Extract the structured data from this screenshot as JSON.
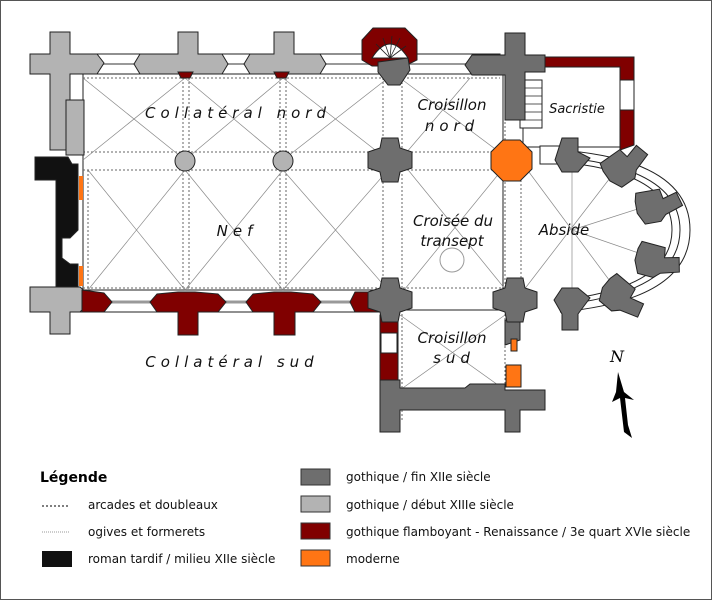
{
  "plan": {
    "labels": {
      "collateral_nord": "Collatéral nord",
      "nef": "Nef",
      "collateral_sud": "Collatéral sud",
      "croisillon_nord_1": "Croisillon",
      "croisillon_nord_2": "nord",
      "croisee_1": "Croisée du",
      "croisee_2": "transept",
      "croisillon_sud_1": "Croisillon",
      "croisillon_sud_2": "sud",
      "abside": "Abside",
      "sacristie": "Sacristie"
    },
    "north_arrow": {
      "icon": "north-arrow-icon",
      "label": "N"
    }
  },
  "colors": {
    "gothique_fin_XII": "#6e6e6e",
    "gothique_debut_XIII": "#b3b3b3",
    "flamboyant": "#800000",
    "moderne": "#ff7514",
    "roman": "#111111"
  },
  "legend": {
    "title": "Légende",
    "line_items": [
      {
        "style": "arcades",
        "label": "arcades et doubleaux"
      },
      {
        "style": "ogives",
        "label": "ogives et formerets"
      },
      {
        "style": "roman",
        "label": "roman tardif / milieu XIIe siècle"
      }
    ],
    "color_items": [
      {
        "key": "gothique_fin_XII",
        "label": "gothique / fin XIIe siècle"
      },
      {
        "key": "gothique_debut_XIII",
        "label": "gothique / début XIIIe siècle"
      },
      {
        "key": "flamboyant",
        "label": "gothique flamboyant - Renaissance / 3e quart XVIe siècle"
      },
      {
        "key": "moderne",
        "label": "moderne"
      }
    ]
  }
}
